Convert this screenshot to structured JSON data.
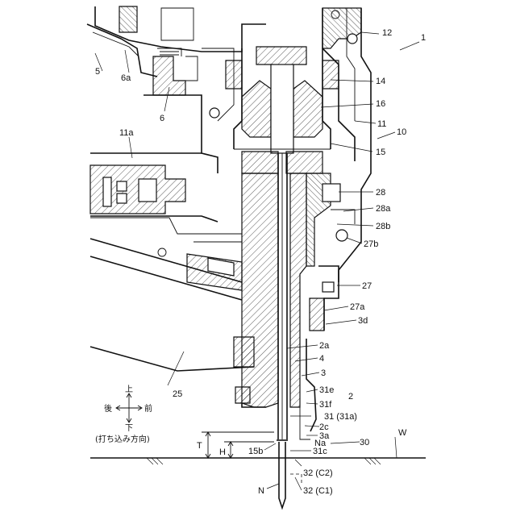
{
  "figure": {
    "labels": {
      "l1": "1",
      "l5": "5",
      "l6a": "6a",
      "l6": "6",
      "l10": "10",
      "l11": "11",
      "l11a": "11a",
      "l12": "12",
      "l14": "14",
      "l15": "15",
      "l15b": "15b",
      "l16": "16",
      "l25": "25",
      "l28": "28",
      "l28a": "28a",
      "l28b": "28b",
      "l27b": "27b",
      "l27": "27",
      "l27a": "27a",
      "l3d": "3d",
      "l2a": "2a",
      "l4": "4",
      "l3": "3",
      "l31e": "31e",
      "l2": "2",
      "l31f": "31f",
      "l31": "31 (31a)",
      "l2c": "2c",
      "l3a": "3a",
      "lNa": "Na",
      "l30": "30",
      "l31c": "31c",
      "lW": "W",
      "lT": "T",
      "lH": "H",
      "lN": "N",
      "l32c2": "32 (C2)",
      "l32c1": "32 (C1)"
    },
    "directions": {
      "up": "上",
      "rear": "後",
      "front": "前",
      "down": "下",
      "note": "(打ち込み方向)"
    }
  }
}
